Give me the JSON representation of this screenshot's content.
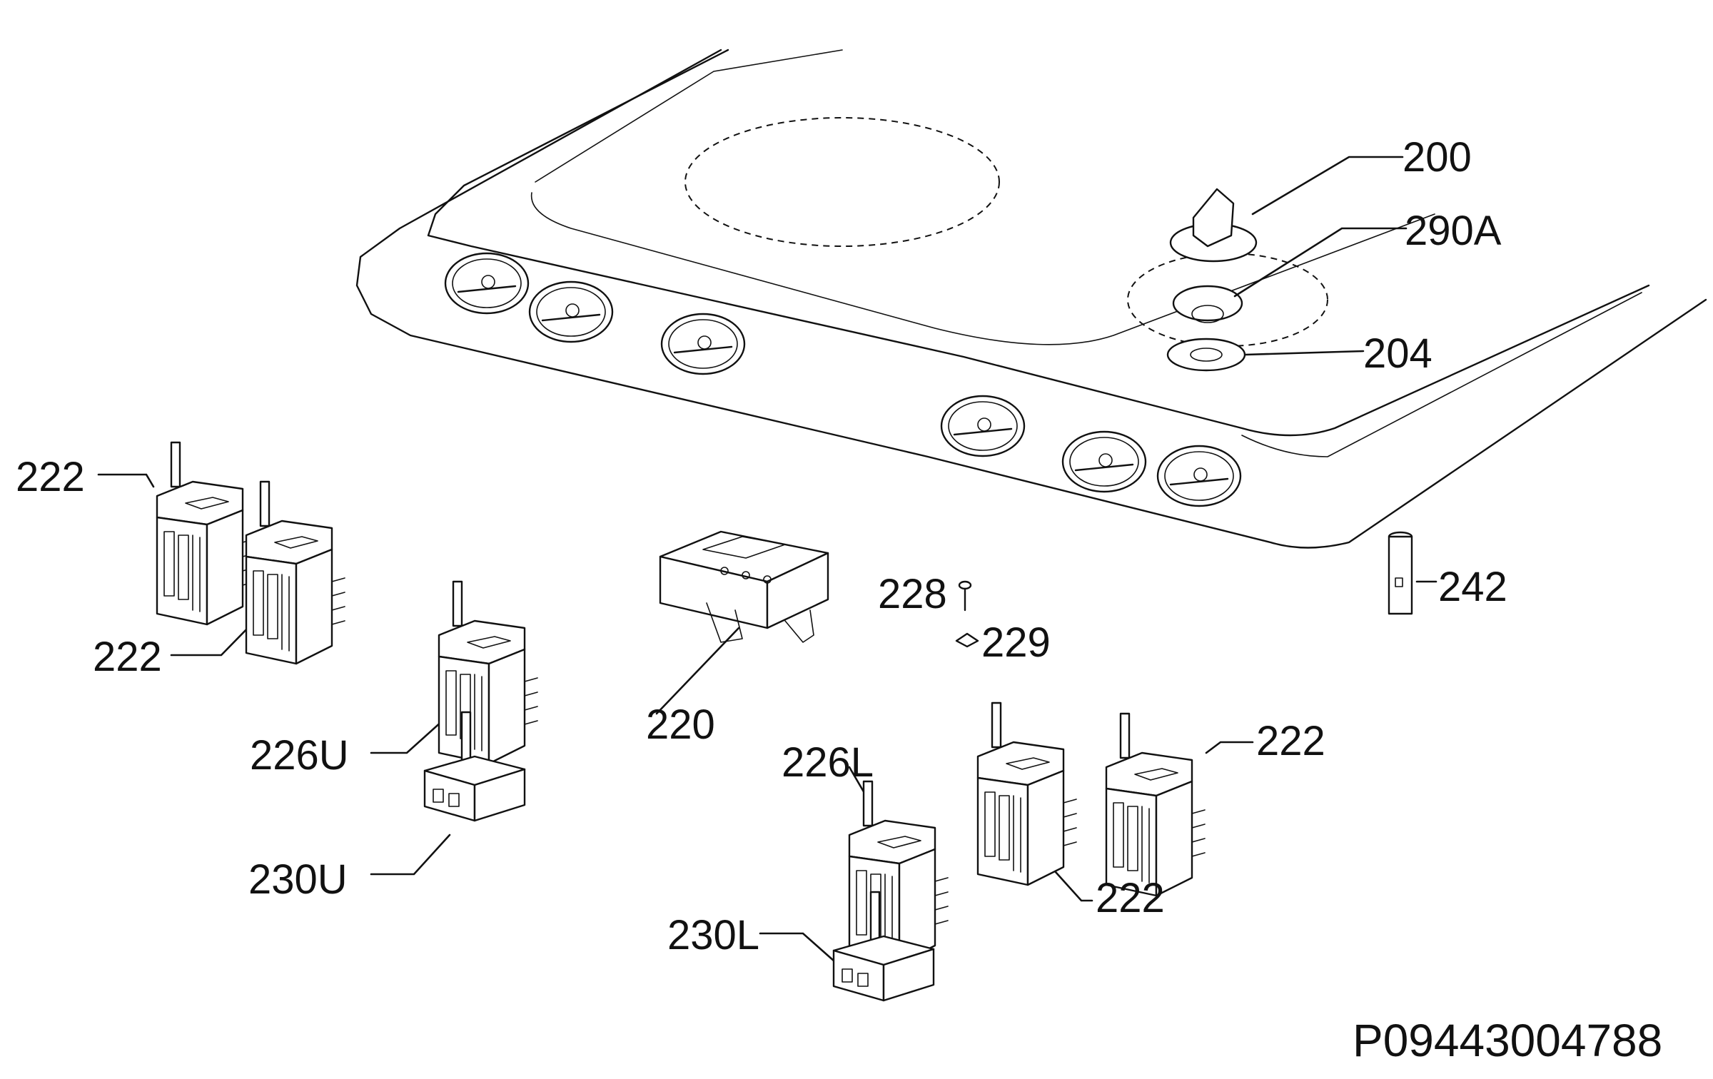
{
  "diagram": {
    "labels": {
      "l200": "200",
      "l290A": "290A",
      "l204": "204",
      "l222a": "222",
      "l222b": "222",
      "l222c": "222",
      "l222d": "222",
      "l242": "242",
      "l228": "228",
      "l229": "229",
      "l220": "220",
      "l226U": "226U",
      "l230U": "230U",
      "l226L": "226L",
      "l230L": "230L"
    },
    "drawing_code": "P09443004788"
  }
}
